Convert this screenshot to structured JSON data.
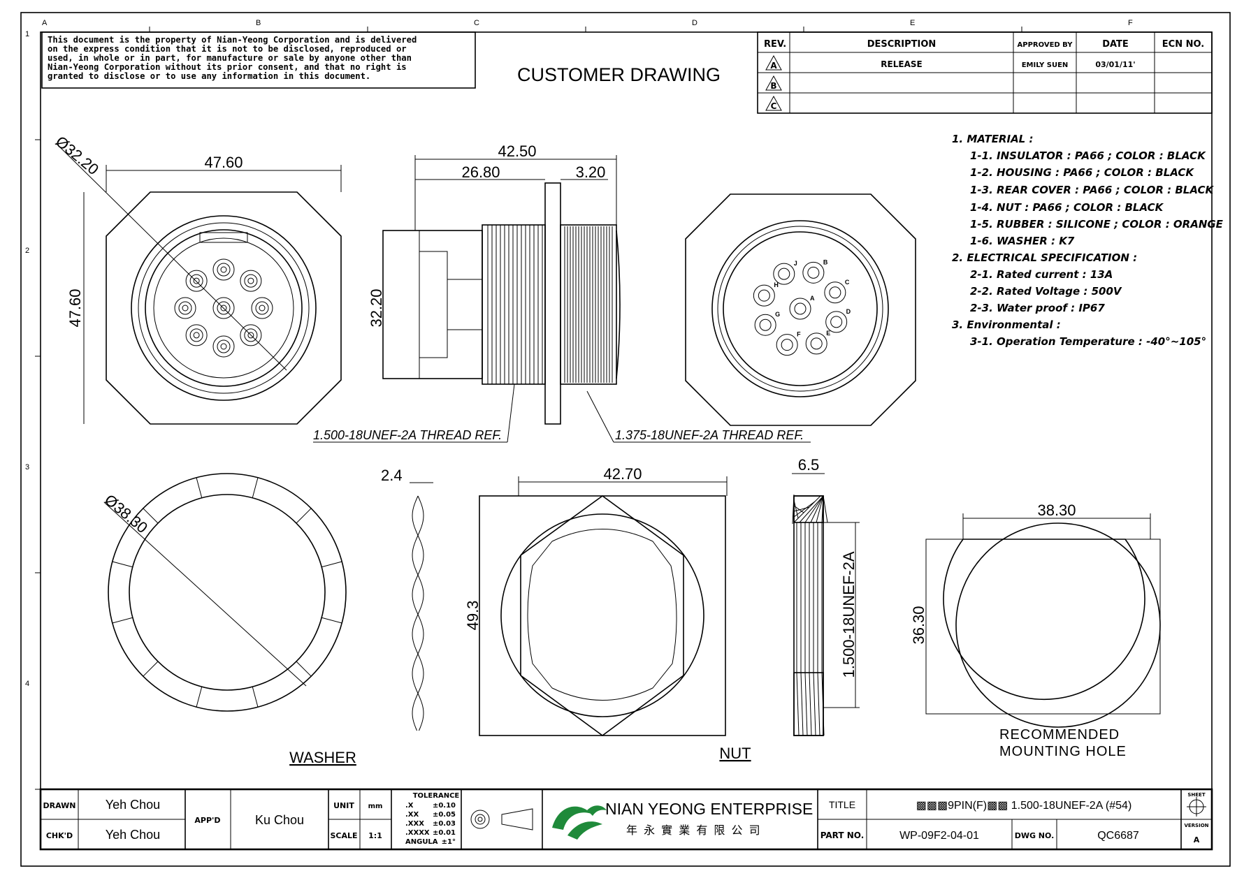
{
  "border": {
    "col_labels": [
      "A",
      "B",
      "C",
      "D",
      "E",
      "F"
    ],
    "row_labels": [
      "1",
      "2",
      "3",
      "4"
    ]
  },
  "notice": {
    "lines": [
      "This document is the property of Nian-Yeong Corporation and is delivered",
      "on  the  express condition that it is not to be disclosed, reproduced or",
      "used, in whole or in part, for manufacture or sale by anyone other than",
      "Nian-Yeong Corporation without  its prior consent, and that  no right  is",
      "granted  to disclose or to use any information in this  document."
    ]
  },
  "drawing_title": "CUSTOMER  DRAWING",
  "revision_table": {
    "headers": [
      "REV.",
      "DESCRIPTION",
      "APPROVED BY",
      "DATE",
      "ECN NO."
    ],
    "rows": [
      {
        "rev": "A",
        "description": "RELEASE",
        "approved_by": "EMILY SUEN",
        "date": "03/01/11'",
        "ecn": ""
      },
      {
        "rev": "B",
        "description": "",
        "approved_by": "",
        "date": "",
        "ecn": ""
      },
      {
        "rev": "C",
        "description": "",
        "approved_by": "",
        "date": "",
        "ecn": ""
      }
    ]
  },
  "specs": [
    "1. MATERIAL :",
    "1-1. INSULATOR : PA66 ; COLOR : BLACK",
    "1-2. HOUSING : PA66 ; COLOR : BLACK",
    "1-3. REAR COVER : PA66 ; COLOR : BLACK",
    "1-4. NUT : PA66 ; COLOR : BLACK",
    "1-5. RUBBER : SILICONE ; COLOR : ORANGE",
    "1-6. WASHER : K7",
    "2. ELECTRICAL SPECIFICATION :",
    "2-1. Rated current : 13A",
    "2-2. Rated Voltage : 500V",
    "2-3. Water proof : IP67",
    "3. Environmental :",
    "3-1. Operation Temperature : -40°~105°"
  ],
  "dimensions": {
    "front_dia": "Ø32.20",
    "front_width": "47.60",
    "front_height": "47.60",
    "side_total": "42.50",
    "side_part1": "26.80",
    "side_part2": "3.20",
    "side_height": "32.20",
    "thread1": "1.500-18UNEF-2A THREAD REF.",
    "thread2": "1.375-18UNEF-2A THREAD REF.",
    "washer_dia": "Ø38.30",
    "washer_thk": "2.4",
    "nut_width": "42.70",
    "nut_height": "49.3",
    "nut_thk": "6.5",
    "nut_thread": "1.500-18UNEF-2A",
    "hole_width": "38.30",
    "hole_height": "36.30"
  },
  "pin_letters": [
    "A",
    "B",
    "C",
    "D",
    "E",
    "F",
    "G",
    "H",
    "J"
  ],
  "labels": {
    "washer": "WASHER",
    "nut": "NUT",
    "hole_line1": "RECOMMENDED",
    "hole_line2": "MOUNTING HOLE"
  },
  "title_block": {
    "drawn_label": "DRAWN",
    "drawn": "Yeh Chou",
    "chkd_label": "CHK'D",
    "chkd": "Yeh Chou",
    "appd_label": "APP'D",
    "appd": "Ku Chou",
    "unit_label": "UNIT",
    "unit": "mm",
    "scale_label": "SCALE",
    "scale": "1:1",
    "tolerance_label": "TOLERANCE",
    "tolerances": [
      {
        "k": ".X",
        "v": "±0.10"
      },
      {
        "k": ".XX",
        "v": "±0.05"
      },
      {
        "k": ".XXX",
        "v": "±0.03"
      },
      {
        "k": ".XXXX",
        "v": "±0.01"
      },
      {
        "k": "ANGULA",
        "v": "±1°"
      }
    ],
    "company": "NIAN YEONG ENTERPRISE",
    "company_cn": "年 永 實 業 有 限 公 司",
    "title_label": "TITLE",
    "title": "▩▩▩9PIN(F)▩▩ 1.500-18UNEF-2A (#54)",
    "part_label": "PART NO.",
    "part": "WP-09F2-04-01",
    "dwg_label": "DWG NO.",
    "dwg": "QC6687",
    "sheet_label": "SHEET",
    "version_label": "VERSION",
    "version": "A"
  },
  "colors": {
    "line": "#000000",
    "logo": "#1f8a3a",
    "bg": "#ffffff"
  }
}
